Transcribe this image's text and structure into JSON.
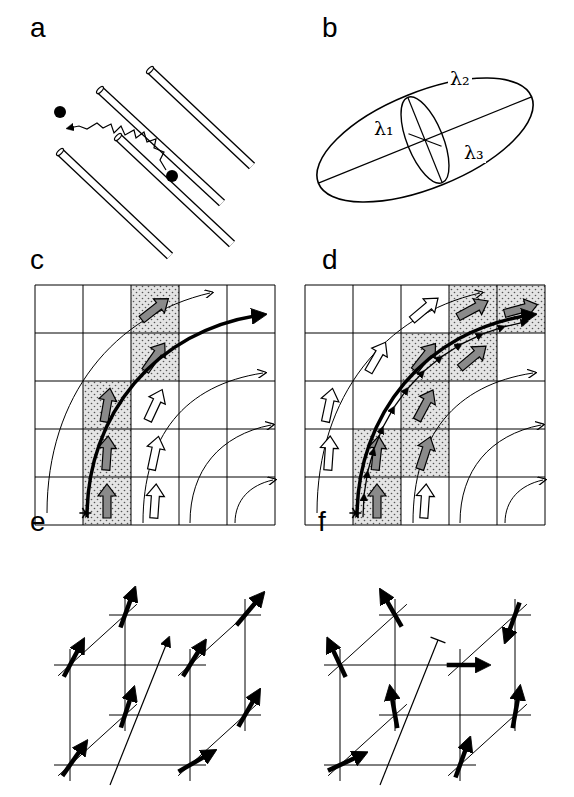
{
  "diagram": {
    "labels": [
      "a",
      "b",
      "c",
      "d",
      "e",
      "f",
      "λ₁",
      "λ₂",
      "λ₃"
    ]
  }
}
